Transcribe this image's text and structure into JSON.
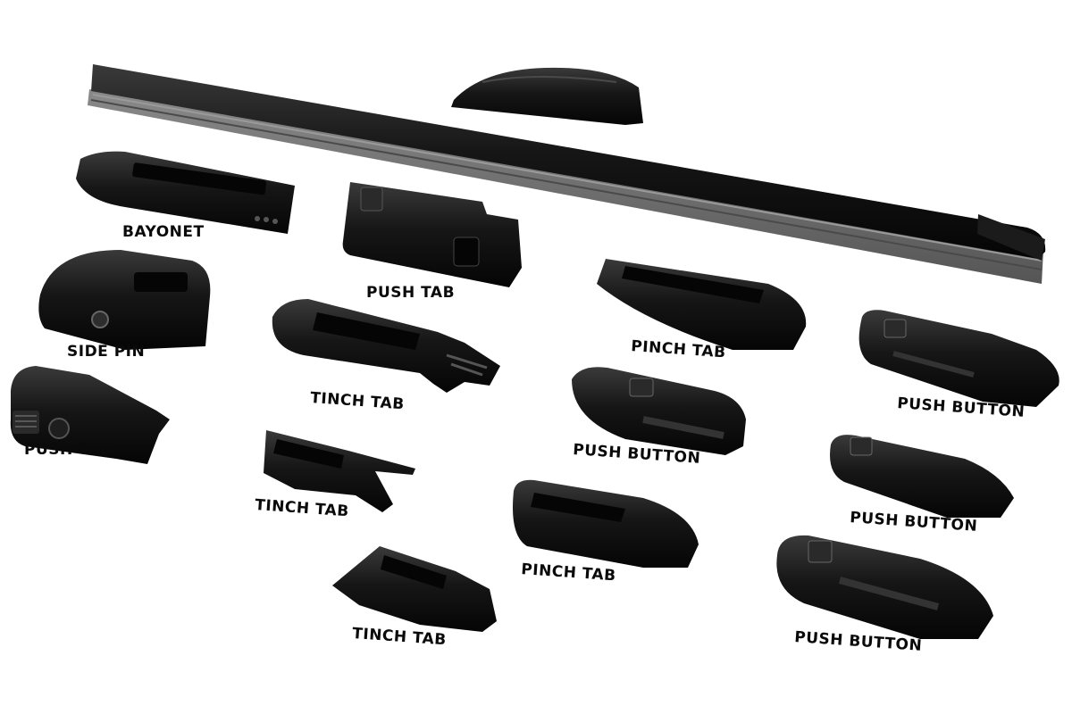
{
  "labels": {
    "bayonet": "BAYONET",
    "push_tab_top": "PUSH TAB",
    "side_pin": "SIDE PIN",
    "tinch_tab_mid": "TINCH TAB",
    "pinch_tab_top": "PINCH TAB",
    "push_button_right_top": "PUSH BUTTON",
    "push_tab_left": "PUSH TAB",
    "push_button_center": "PUSH BUTTON",
    "tinch_tab_small": "TINCH TAB",
    "push_button_right_mid": "PUSH BUTTON",
    "pinch_tab_bottom": "PINCH TAB",
    "tinch_tab_bottom": "TINCH TAB",
    "push_button_right_bottom": "PUSH BUTTON"
  },
  "colors": {
    "background": "#ffffff",
    "plastic": "#141414",
    "plastic_highlight": "#3a3a3a",
    "rubber": "#6f6f6f",
    "label": "#0a0a0a"
  }
}
